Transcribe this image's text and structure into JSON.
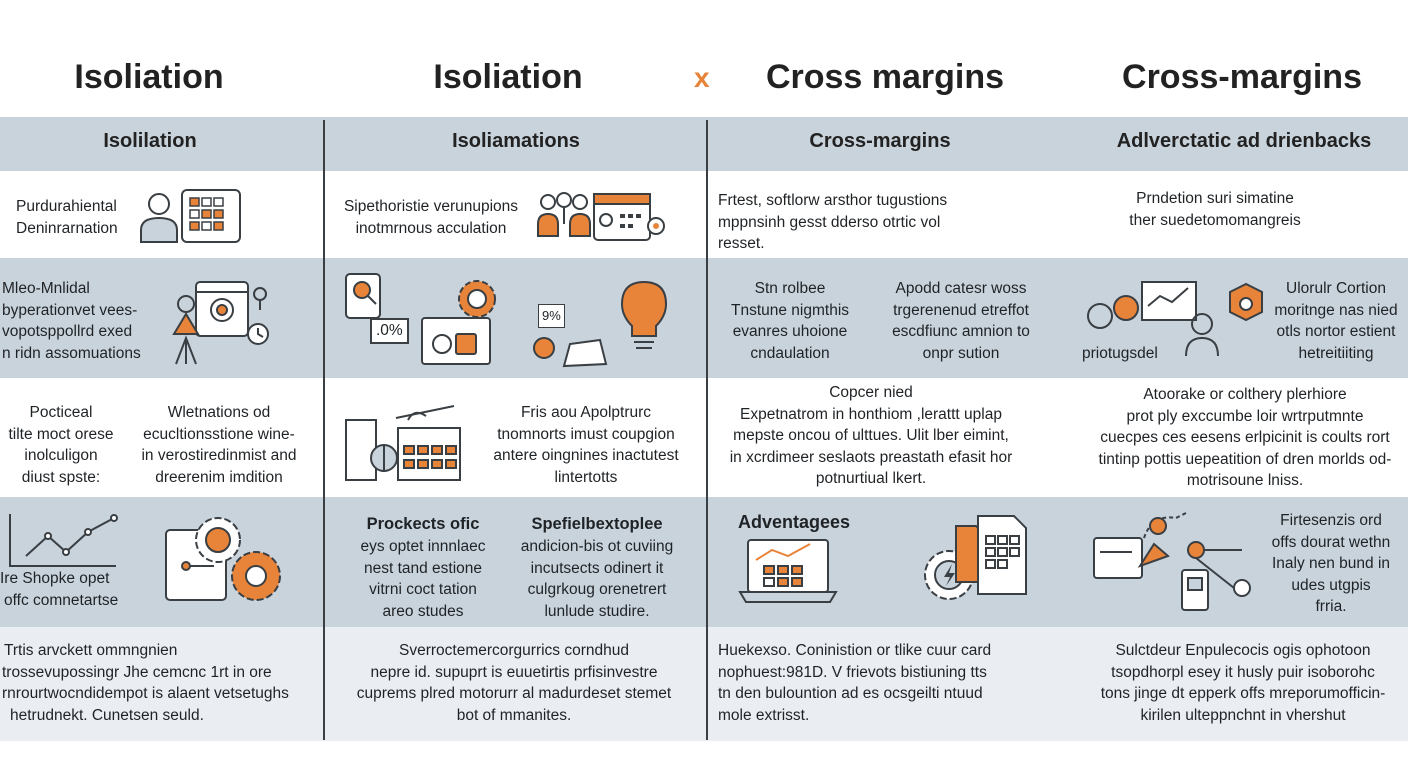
{
  "titles": [
    "Isoliation",
    "Isoliation",
    "Cross margins",
    "Cross-margins"
  ],
  "separator_symbol": "x",
  "column_headers": [
    "Isolilation",
    "Isoliamations",
    "Cross-margins",
    "Adlverctatic ad drienbacks"
  ],
  "cells": {
    "r1c1": [
      "Purdurahiental",
      "Deninrarnation"
    ],
    "r1c2": [
      "Sipethoristie verunupions",
      "inotmrnous acculation"
    ],
    "r1c3": [
      "Frtest, softlorw arsthor tugustions",
      "mppnsinh gesst dderso otrtic vol",
      "resset."
    ],
    "r1c4": [
      "Prndetion suri simatine",
      "ther suedetomomangreis"
    ],
    "r2c1": [
      "Mleo-Mnlidal",
      "byperationvet vees-",
      "vopotsppollrd exed",
      "n ridn assomuations"
    ],
    "r2c2_pct1": ".0%",
    "r2c2_pct2": "9%",
    "r2c3a": [
      "Stn rolbee",
      "Tnstune nigmthis",
      "evanres uhoione",
      "cndaulation"
    ],
    "r2c3b": [
      "Apodd catesr woss",
      "trgerenenud etreffot",
      "escdfiunc amnion to",
      "onpr sution"
    ],
    "r2c4_label": "priotugsdel",
    "r2c4": [
      "Ulorulr Cortion",
      "moritnge nas nied",
      "otls nortor estient",
      "hetreitiiting"
    ],
    "r3c1a": [
      "Pocticeal",
      "tilte moct orese",
      "inolculigon",
      "diust spste:"
    ],
    "r3c1b": [
      "Wletnations od",
      "ecucltionsstione wine-",
      "in verostiredinmist and",
      "dreerenim imdition"
    ],
    "r3c2": [
      "Fris aou Apolptrurc",
      "tnomnorts imust coupgion",
      "antere oingnines inactutest",
      "lintertotts"
    ],
    "r3c3": [
      "Copcer nied",
      "Expetnatrom in honthiom ,lerattt uplap",
      "mepste oncou of ulttues. Ulit lber eimint,",
      "in xcrdimeer seslaots preastath efasit hor",
      "potnurtiual lkert."
    ],
    "r3c4": [
      "Atoorake or colthery plerhiore",
      "prot ply exccumbe loir wrtrputmnte",
      "cuecpes ces eesens erlpicinit is coults rort",
      "tintinp pottis uepeatition of dren morlds od-",
      "motrisoune lniss."
    ],
    "r4c1_text": [
      "Ire Shopke opet",
      "offc comnetartse"
    ],
    "r4c2a_title": "Prockects ofic",
    "r4c2a": [
      "eys optet innnlaec",
      "nest tand estione",
      "vitrni coct tation",
      "areo studes"
    ],
    "r4c2b_title": "Spefielbextoplee",
    "r4c2b": [
      "andicion-bis ot cuviing",
      "incutsects odinert it",
      "culgrkoug orenetrert",
      "lunlude studire."
    ],
    "r4c3_title": "Adventagees",
    "r4c4": [
      "Firtesenzis ord",
      "offs dourat wethn",
      "Inaly nen bund in",
      "udes utgpis",
      "frria."
    ],
    "r5c1": [
      "Trtis arvckett ommngnien",
      "trossevupossingr Jhe cemcnc  1rt in ore",
      "rnrourtwocndidempot is alaent vetsetughs",
      "hetrudnekt. Cunetsen seuld."
    ],
    "r5c2": [
      "Sverroctemercorgurrics corndhud",
      "nepre id. supuprt is euuetirtis prfisinvestre",
      "cuprems plred motorurr al madurdeset stemet",
      "bot of mmanites."
    ],
    "r5c3": [
      "Huekexso. Coninistion or tlike cuur card",
      "nophuest:981D. V frievots bistiuning tts",
      "tn den bulountion ad es ocsgeilti ntuud",
      "mole extrisst."
    ],
    "r5c4": [
      "Sulctdeur Enpulecocis ogis ophotoon",
      "tsopdhorpl esey it husly puir isoborohc",
      "tons jinge dt epperk offs mreporumofficin-",
      "kirilen ulteppnchnt in vhershut"
    ]
  },
  "colors": {
    "accent": "#e8843a",
    "band_gray": "#c9d3dc",
    "band_light": "#eaeef2",
    "ink": "#3a3f44"
  },
  "icons": [
    "person-icon",
    "calendar-grid-icon",
    "team-icon",
    "dashboard-icon",
    "gear-icon",
    "browser-target-icon",
    "clock-icon",
    "tripod-icon",
    "magnifier-icon",
    "monitor-icon",
    "cube-icon",
    "lightbulb-icon",
    "calendar-magnifier-icon",
    "line-chart-icon",
    "gear-question-icon",
    "laptop-chart-icon",
    "gear-bolt-icon",
    "document-grid-icon",
    "meeting-icon",
    "box-icon",
    "network-icon",
    "phone-icon"
  ]
}
